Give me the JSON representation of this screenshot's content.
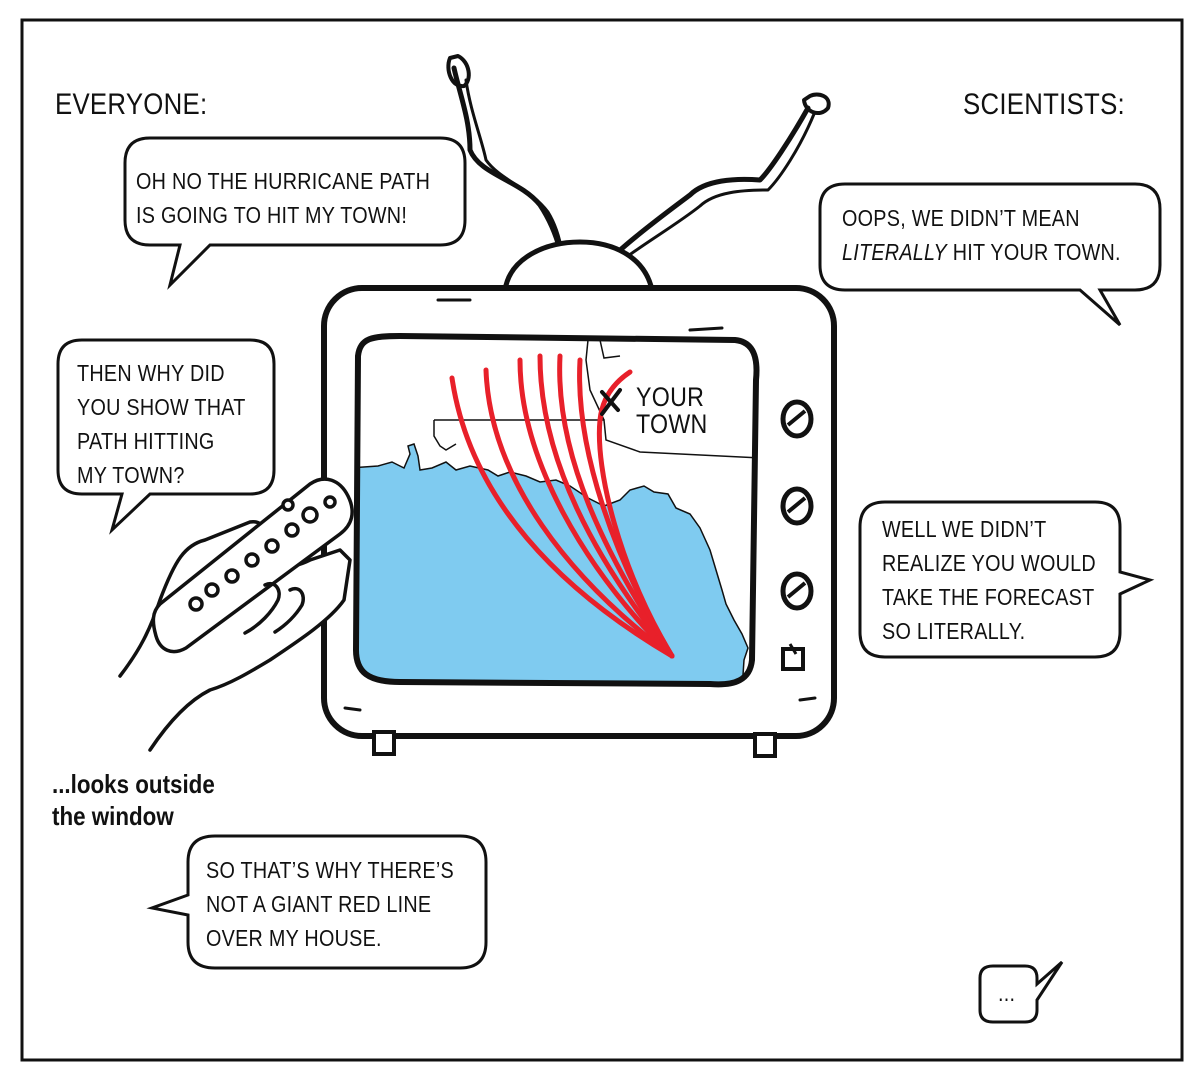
{
  "headers": {
    "left": "EVERYONE:",
    "right": "SCIENTISTS:"
  },
  "bubbles": {
    "everyone_1": [
      "OH NO THE HURRICANE PATH",
      "IS GOING TO HIT MY TOWN!"
    ],
    "everyone_2": [
      "THEN WHY DID",
      "YOU SHOW THAT",
      "PATH HITTING",
      "MY TOWN?"
    ],
    "everyone_3": [
      "SO THAT’S WHY THERE’S",
      "NOT A GIANT RED LINE",
      "OVER MY HOUSE."
    ],
    "scientists_1": {
      "line1": "OOPS, WE DIDN’T MEAN",
      "line2_emphasis": "LITERALLY",
      "line2_rest": " HIT YOUR TOWN."
    },
    "scientists_2": [
      "WELL WE DIDN’T",
      "REALIZE YOU WOULD",
      "TAKE THE FORECAST",
      "SO LITERALLY."
    ],
    "ellipsis": "..."
  },
  "caption": [
    "...looks outside",
    "the window"
  ],
  "tv_screen": {
    "town_label": [
      "YOUR",
      "TOWN"
    ],
    "marker": "X"
  },
  "colors": {
    "ink": "#111111",
    "water": "#7fcbf0",
    "track": "#e8202a",
    "paper": "#ffffff"
  }
}
